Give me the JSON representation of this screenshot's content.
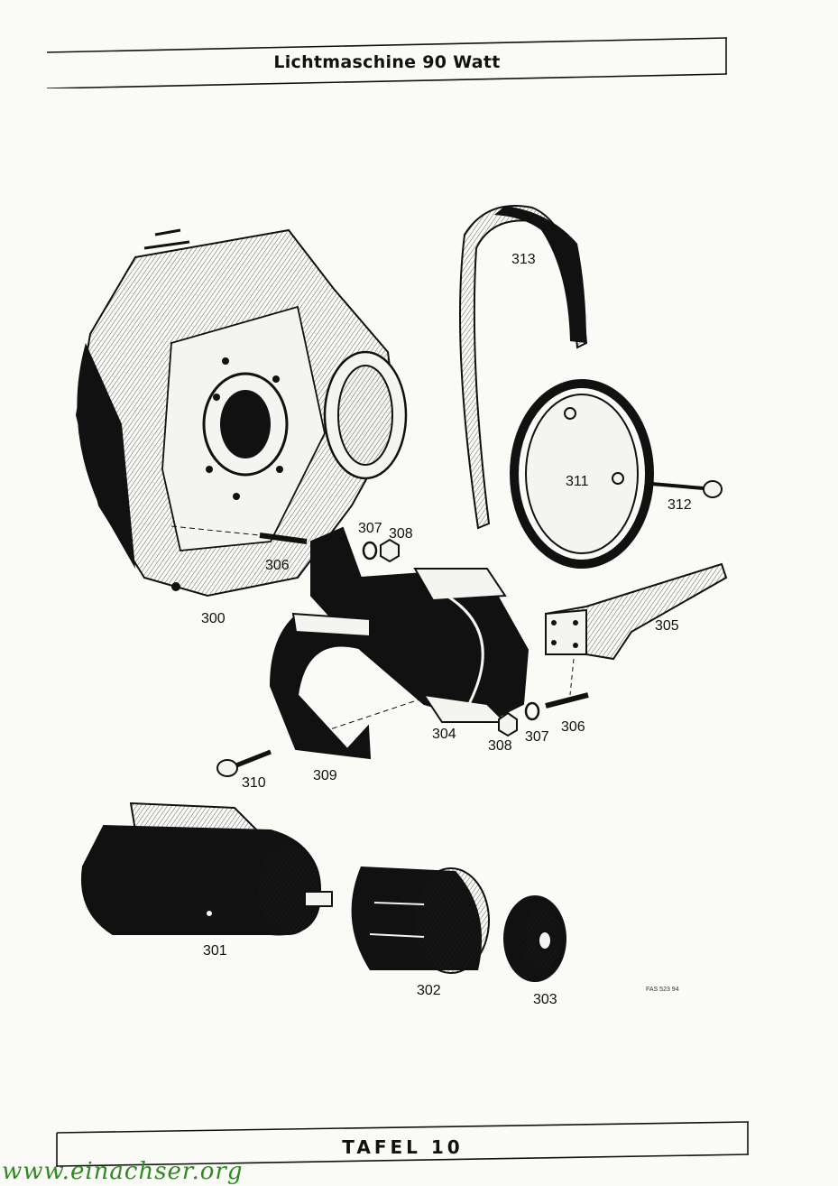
{
  "header": {
    "title": "Lichtmaschine 90 Watt"
  },
  "footer": {
    "title": "TAFEL 10"
  },
  "watermark": {
    "text": "www.einachser.org"
  },
  "drawing_code": "FAS 523 94",
  "parts": [
    {
      "id": "p300",
      "number": "300"
    },
    {
      "id": "p301",
      "number": "301"
    },
    {
      "id": "p302",
      "number": "302"
    },
    {
      "id": "p303",
      "number": "303"
    },
    {
      "id": "p304",
      "number": "304"
    },
    {
      "id": "p305",
      "number": "305"
    },
    {
      "id": "p306a",
      "number": "306"
    },
    {
      "id": "p306b",
      "number": "306"
    },
    {
      "id": "p307a",
      "number": "307"
    },
    {
      "id": "p307b",
      "number": "307"
    },
    {
      "id": "p308a",
      "number": "308"
    },
    {
      "id": "p308b",
      "number": "308"
    },
    {
      "id": "p309",
      "number": "309"
    },
    {
      "id": "p310",
      "number": "310"
    },
    {
      "id": "p311",
      "number": "311"
    },
    {
      "id": "p312",
      "number": "312"
    },
    {
      "id": "p313",
      "number": "313"
    }
  ]
}
